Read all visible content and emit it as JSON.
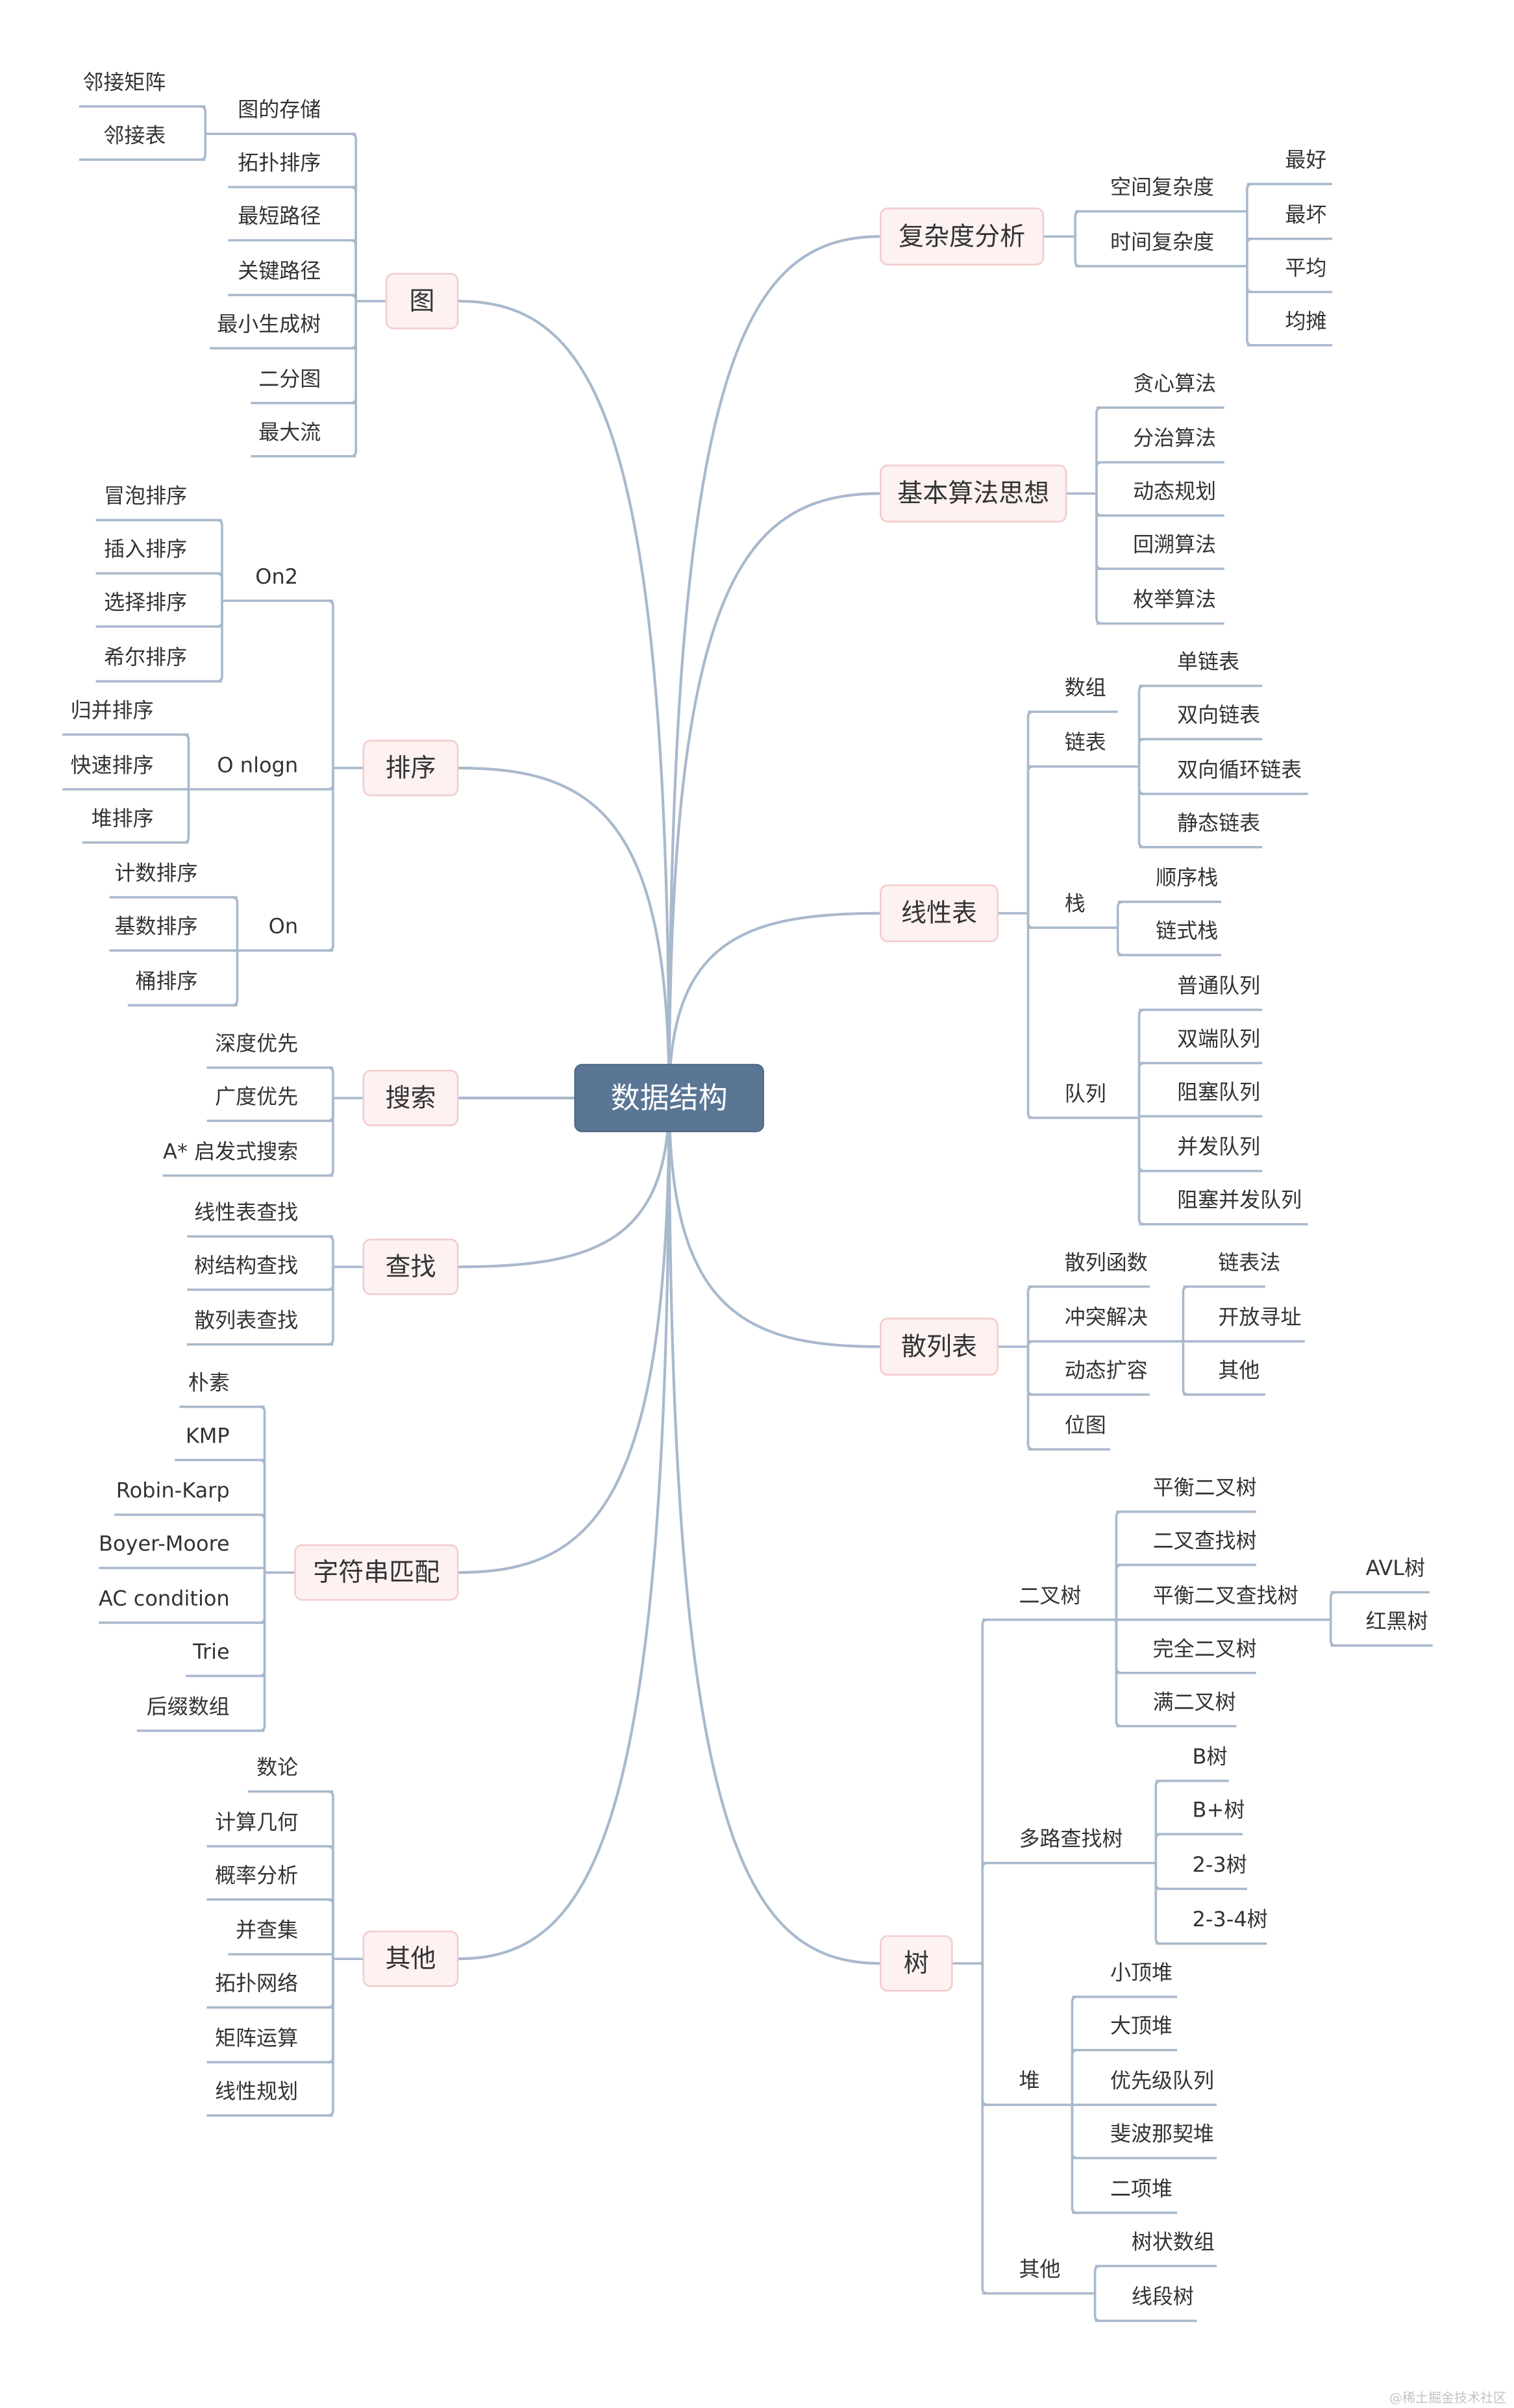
{
  "root": "数据结构",
  "watermark": "@稀土掘金技术社区",
  "right": [
    {
      "label": "复杂度分析",
      "children": [
        {
          "label": "空间复杂度"
        },
        {
          "label": "时间复杂度",
          "children": [
            {
              "label": "最好"
            },
            {
              "label": "最坏"
            },
            {
              "label": "平均"
            },
            {
              "label": "均摊"
            }
          ]
        }
      ]
    },
    {
      "label": "基本算法思想",
      "children": [
        {
          "label": "贪心算法"
        },
        {
          "label": "分治算法"
        },
        {
          "label": "动态规划"
        },
        {
          "label": "回溯算法"
        },
        {
          "label": "枚举算法"
        }
      ]
    },
    {
      "label": "线性表",
      "children": [
        {
          "label": "数组"
        },
        {
          "label": "链表",
          "children": [
            {
              "label": "单链表"
            },
            {
              "label": "双向链表"
            },
            {
              "label": "双向循环链表"
            },
            {
              "label": "静态链表"
            }
          ]
        },
        {
          "label": "栈",
          "children": [
            {
              "label": "顺序栈"
            },
            {
              "label": "链式栈"
            }
          ]
        },
        {
          "label": "队列",
          "children": [
            {
              "label": "普通队列"
            },
            {
              "label": "双端队列"
            },
            {
              "label": "阻塞队列"
            },
            {
              "label": "并发队列"
            },
            {
              "label": "阻塞并发队列"
            }
          ]
        }
      ]
    },
    {
      "label": "散列表",
      "children": [
        {
          "label": "散列函数"
        },
        {
          "label": "冲突解决",
          "children": [
            {
              "label": "链表法"
            },
            {
              "label": "开放寻址"
            },
            {
              "label": "其他"
            }
          ]
        },
        {
          "label": "动态扩容"
        },
        {
          "label": "位图"
        }
      ]
    },
    {
      "label": "树",
      "children": [
        {
          "label": "二叉树",
          "children": [
            {
              "label": "平衡二叉树"
            },
            {
              "label": "二叉查找树"
            },
            {
              "label": "平衡二叉查找树",
              "children": [
                {
                  "label": "AVL树"
                },
                {
                  "label": "红黑树"
                }
              ]
            },
            {
              "label": "完全二叉树"
            },
            {
              "label": "满二叉树"
            }
          ]
        },
        {
          "label": "多路查找树",
          "children": [
            {
              "label": "B树"
            },
            {
              "label": "B+树"
            },
            {
              "label": "2-3树"
            },
            {
              "label": "2-3-4树"
            }
          ]
        },
        {
          "label": "堆",
          "children": [
            {
              "label": "小顶堆"
            },
            {
              "label": "大顶堆"
            },
            {
              "label": "优先级队列"
            },
            {
              "label": "斐波那契堆"
            },
            {
              "label": "二项堆"
            }
          ]
        },
        {
          "label": "其他",
          "children": [
            {
              "label": "树状数组"
            },
            {
              "label": "线段树"
            }
          ]
        }
      ]
    }
  ],
  "left": [
    {
      "label": "图",
      "children": [
        {
          "label": "图的存储",
          "children": [
            {
              "label": "邻接矩阵"
            },
            {
              "label": "邻接表"
            }
          ]
        },
        {
          "label": "拓扑排序"
        },
        {
          "label": "最短路径"
        },
        {
          "label": "关键路径"
        },
        {
          "label": "最小生成树"
        },
        {
          "label": "二分图"
        },
        {
          "label": "最大流"
        }
      ]
    },
    {
      "label": "排序",
      "children": [
        {
          "label": "On2",
          "children": [
            {
              "label": "冒泡排序"
            },
            {
              "label": "插入排序"
            },
            {
              "label": "选择排序"
            },
            {
              "label": "希尔排序"
            }
          ]
        },
        {
          "label": "O nlogn",
          "children": [
            {
              "label": "归并排序"
            },
            {
              "label": "快速排序"
            },
            {
              "label": "堆排序"
            }
          ]
        },
        {
          "label": "On",
          "children": [
            {
              "label": "计数排序"
            },
            {
              "label": "基数排序"
            },
            {
              "label": "桶排序"
            }
          ]
        }
      ]
    },
    {
      "label": "搜索",
      "children": [
        {
          "label": "深度优先"
        },
        {
          "label": "广度优先"
        },
        {
          "label": "A* 启发式搜索"
        }
      ]
    },
    {
      "label": "查找",
      "children": [
        {
          "label": "线性表查找"
        },
        {
          "label": "树结构查找"
        },
        {
          "label": "散列表查找"
        }
      ]
    },
    {
      "label": "字符串匹配",
      "children": [
        {
          "label": "朴素"
        },
        {
          "label": "KMP"
        },
        {
          "label": "Robin-Karp"
        },
        {
          "label": "Boyer-Moore"
        },
        {
          "label": "AC condition"
        },
        {
          "label": "Trie"
        },
        {
          "label": "后缀数组"
        }
      ]
    },
    {
      "label": "其他",
      "children": [
        {
          "label": "数论"
        },
        {
          "label": "计算几何"
        },
        {
          "label": "概率分析"
        },
        {
          "label": "并查集"
        },
        {
          "label": "拓扑网络"
        },
        {
          "label": "矩阵运算"
        },
        {
          "label": "线性规划"
        }
      ]
    }
  ]
}
